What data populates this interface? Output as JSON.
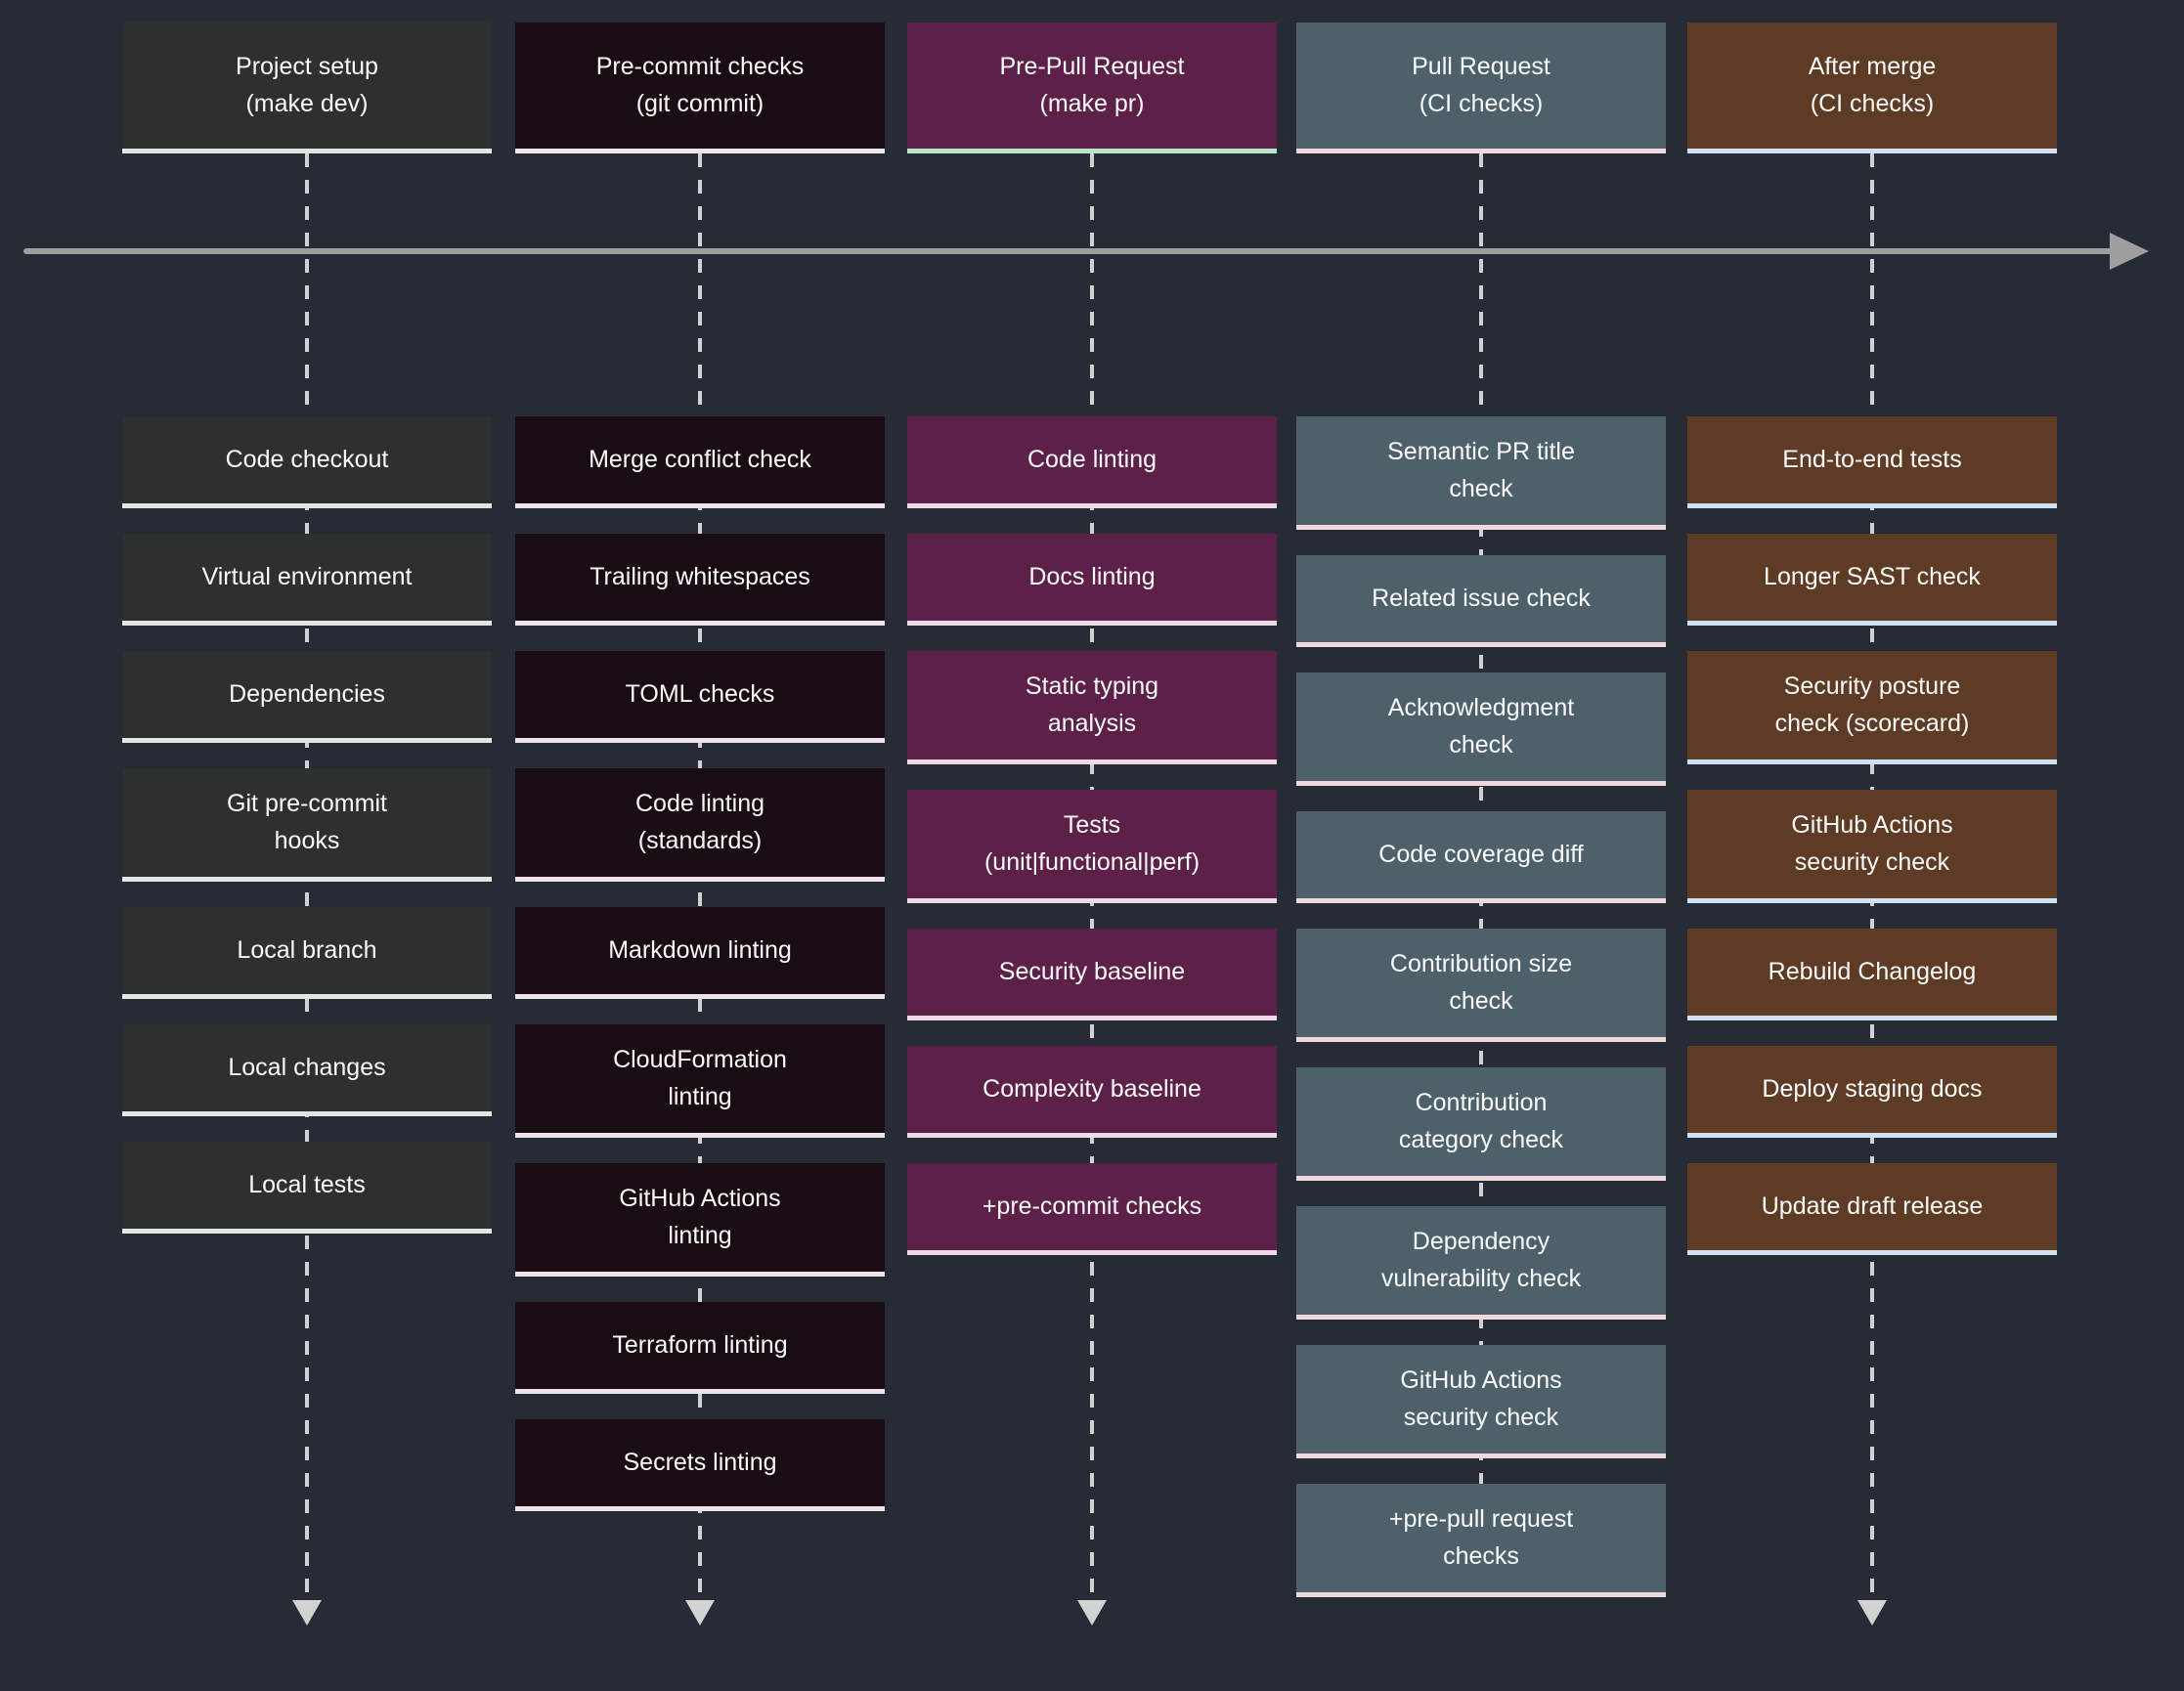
{
  "page": {
    "background_color": "#272b36",
    "text_color": "#fafafa"
  },
  "timeline": {
    "direction": "left-to-right",
    "color": "#9e9e9e",
    "dash_color": "#d2d2d2"
  },
  "columns": [
    {
      "id": "project-setup",
      "header": "Project setup\n(make dev)",
      "has_end_arrow": true,
      "colors": {
        "box_bg": "#2c302e",
        "header_underline": "#e2e6e2",
        "item_underline": "#e2e6e2"
      },
      "items": [
        "Code checkout",
        "Virtual environment",
        "Dependencies",
        "Git pre-commit\nhooks",
        "Local branch",
        "Local changes",
        "Local tests"
      ]
    },
    {
      "id": "pre-commit-checks",
      "header": "Pre-commit checks\n(git commit)",
      "has_end_arrow": true,
      "colors": {
        "box_bg": "#190d13",
        "header_underline": "#ece4ea",
        "item_underline": "#ece4ea"
      },
      "items": [
        "Merge conflict check",
        "Trailing whitespaces",
        "TOML checks",
        "Code linting\n(standards)",
        "Markdown linting",
        "CloudFormation\nlinting",
        "GitHub Actions\nlinting",
        "Terraform linting",
        "Secrets linting"
      ]
    },
    {
      "id": "pre-pull-request",
      "header": "Pre-Pull Request\n(make pr)",
      "has_end_arrow": true,
      "colors": {
        "box_bg": "#5d2149",
        "header_underline": "#b9e4c9",
        "item_underline": "#efdbe7"
      },
      "items": [
        "Code linting",
        "Docs linting",
        "Static typing\nanalysis",
        "Tests\n(unit|functional|perf)",
        "Security baseline",
        "Complexity baseline",
        "+pre-commit checks"
      ]
    },
    {
      "id": "pull-request",
      "header": "Pull Request\n(CI checks)",
      "has_end_arrow": false,
      "colors": {
        "box_bg": "#4e616b",
        "header_underline": "#f0d9dd",
        "item_underline": "#f0d9dd"
      },
      "items": [
        "Semantic PR title\ncheck",
        "Related issue check",
        "Acknowledgment\ncheck",
        "Code coverage diff",
        "Contribution size\ncheck",
        "Contribution\ncategory check",
        "Dependency\nvulnerability check",
        "GitHub Actions\nsecurity check",
        "+pre-pull request\nchecks"
      ]
    },
    {
      "id": "after-merge",
      "header": "After merge\n(CI checks)",
      "has_end_arrow": true,
      "colors": {
        "box_bg": "#5e3b24",
        "header_underline": "#cfe2f3",
        "item_underline": "#cfe2f3"
      },
      "items": [
        "End-to-end tests",
        "Longer SAST check",
        "Security posture\ncheck (scorecard)",
        "GitHub Actions\nsecurity check",
        "Rebuild Changelog",
        "Deploy staging docs",
        "Update draft release"
      ]
    }
  ]
}
